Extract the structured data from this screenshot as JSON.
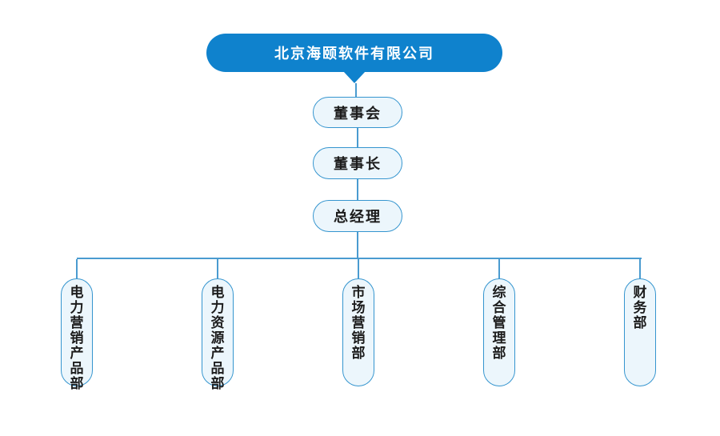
{
  "org_chart": {
    "title_node": {
      "label": "北京海颐软件有限公司"
    },
    "chain": [
      {
        "label": "董事会"
      },
      {
        "label": "董事长"
      },
      {
        "label": "总经理"
      }
    ],
    "departments": [
      {
        "label": "电力营销产品部"
      },
      {
        "label": "电力资源产品部"
      },
      {
        "label": "市场营销部"
      },
      {
        "label": "综合管理部"
      },
      {
        "label": "财务部"
      }
    ],
    "colors": {
      "primary": "#0f82cd",
      "node_border": "#3595cf",
      "node_fill": "#ecf6fc",
      "line": "#4a9bd0",
      "text": "#1c1c1c"
    }
  }
}
